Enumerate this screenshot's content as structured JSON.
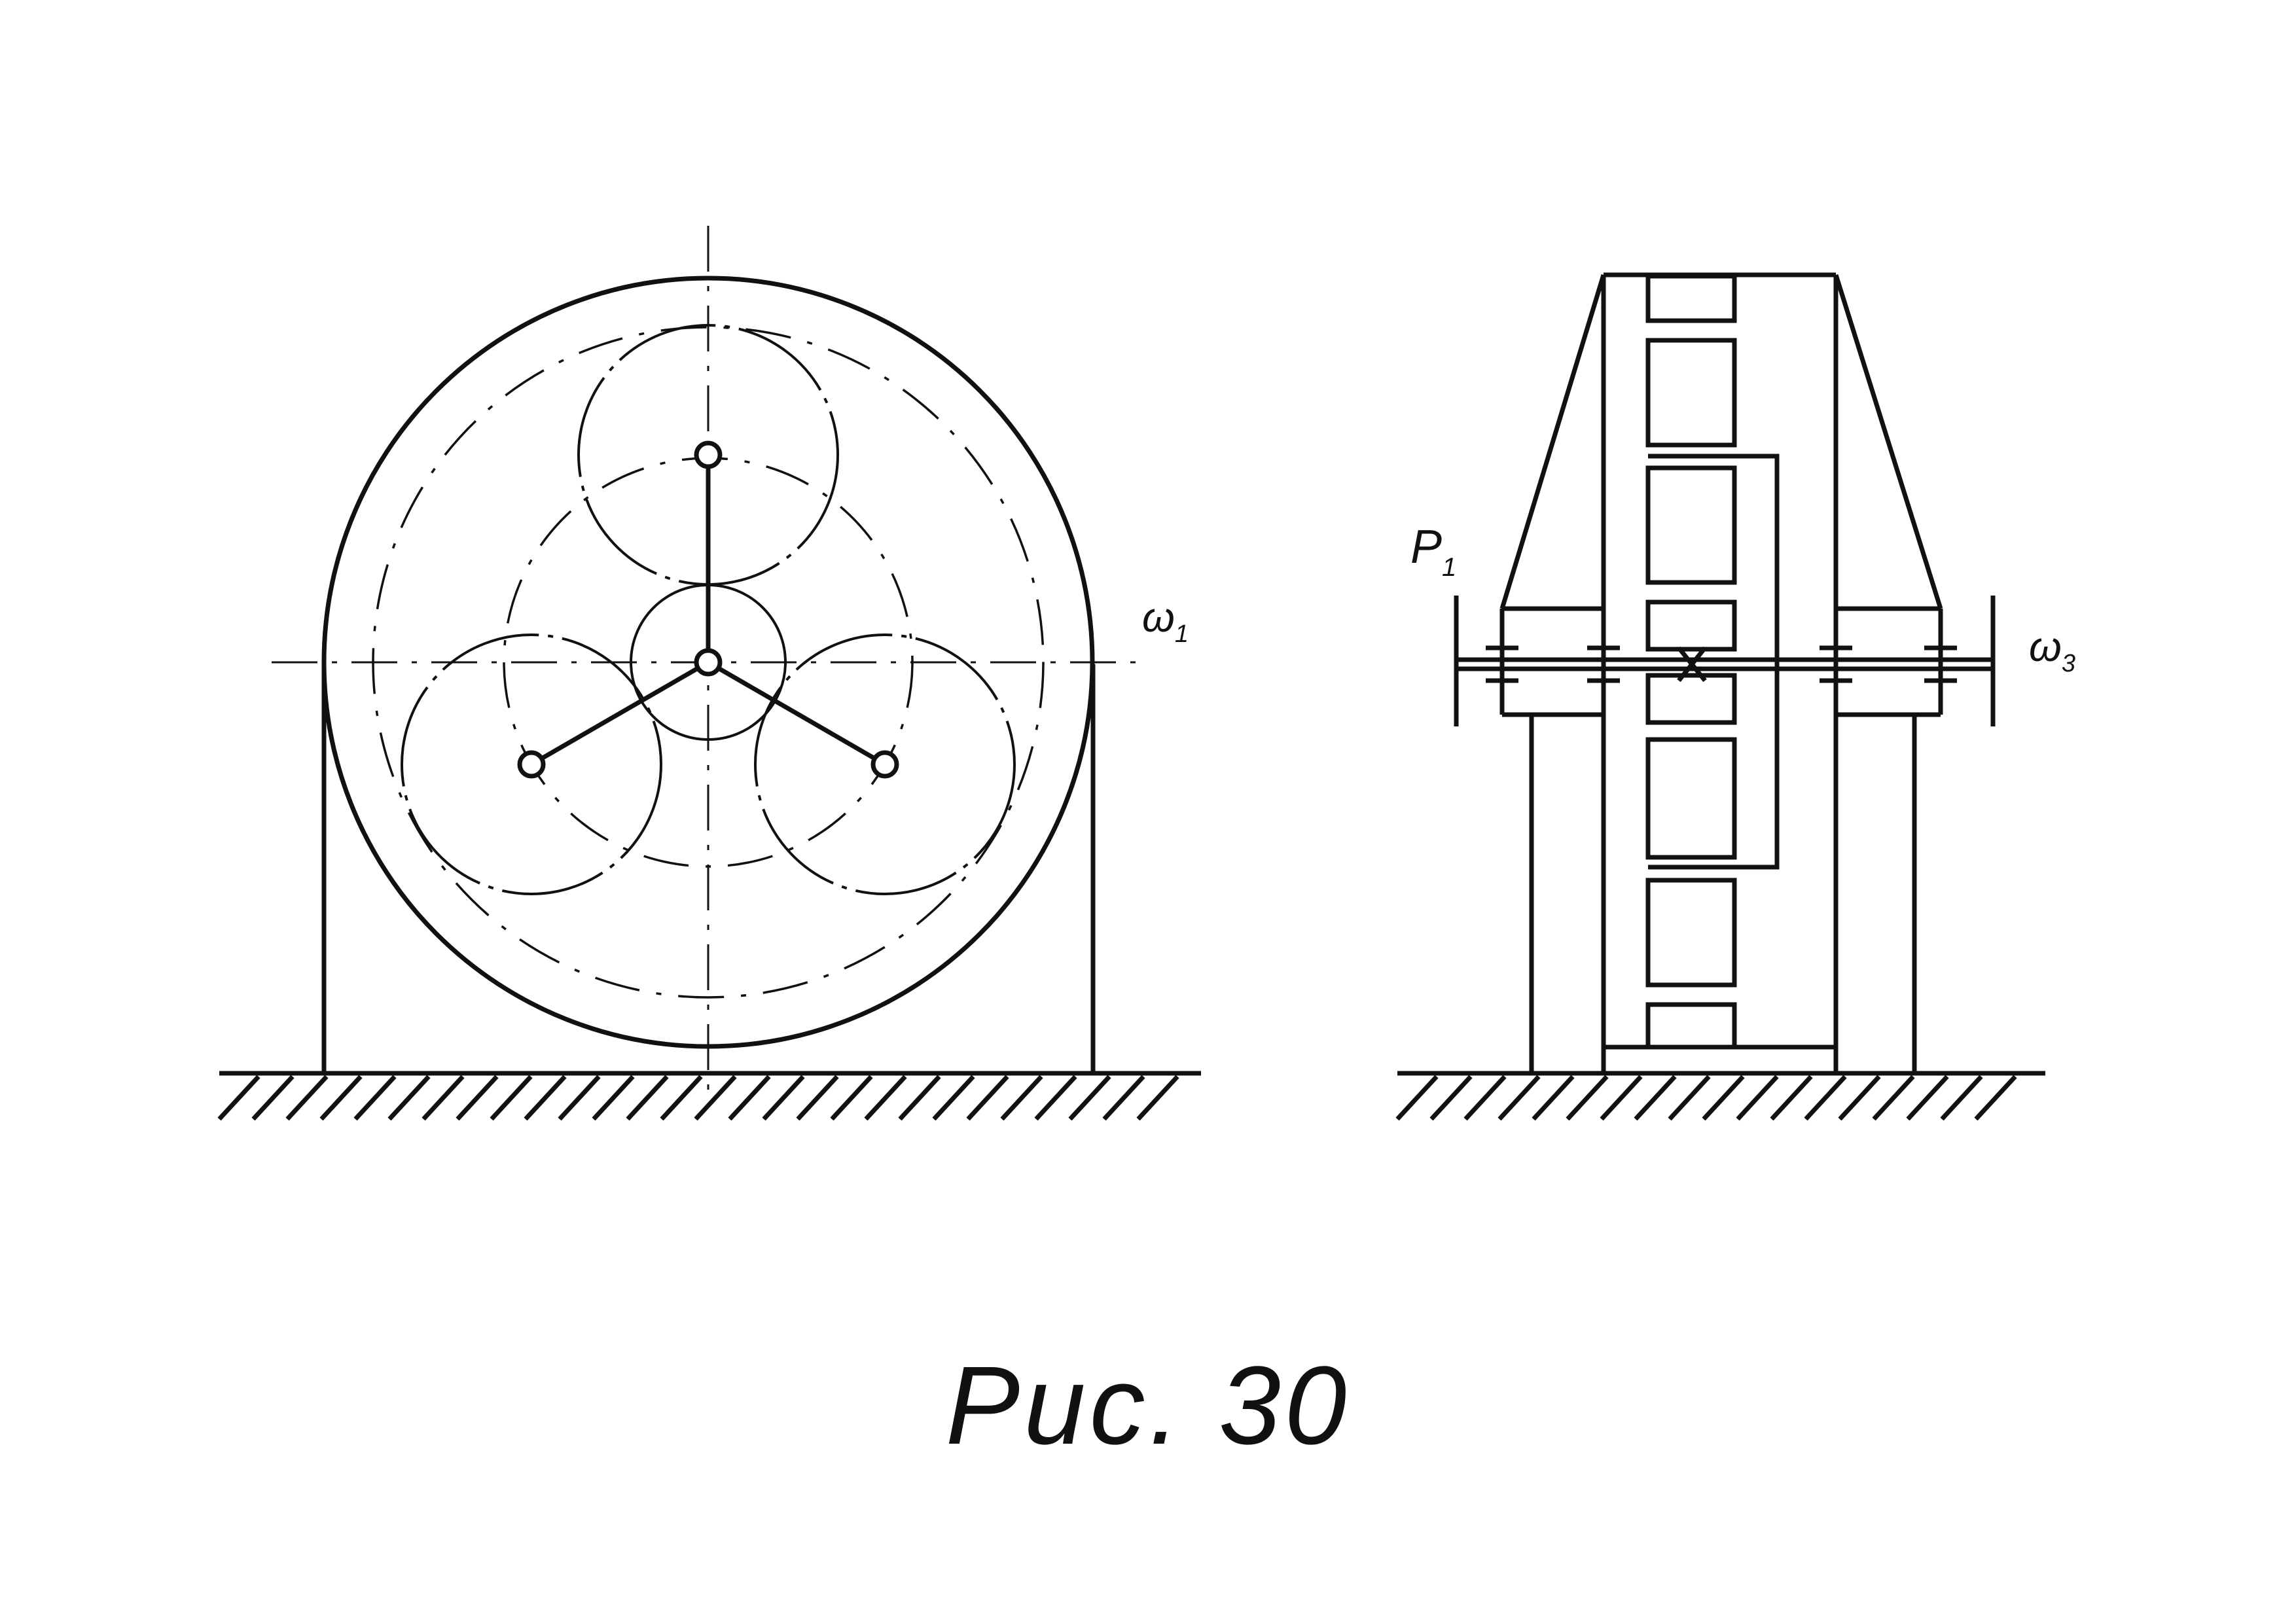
{
  "labels": {
    "omega1": "ω",
    "omega1_sub": "1",
    "omega3": "ω",
    "omega3_sub": "3",
    "p1": "P",
    "p1_sub": "1"
  },
  "caption": "Рис. 30",
  "colors": {
    "ink": "#111111",
    "paper": "#ffffff"
  }
}
